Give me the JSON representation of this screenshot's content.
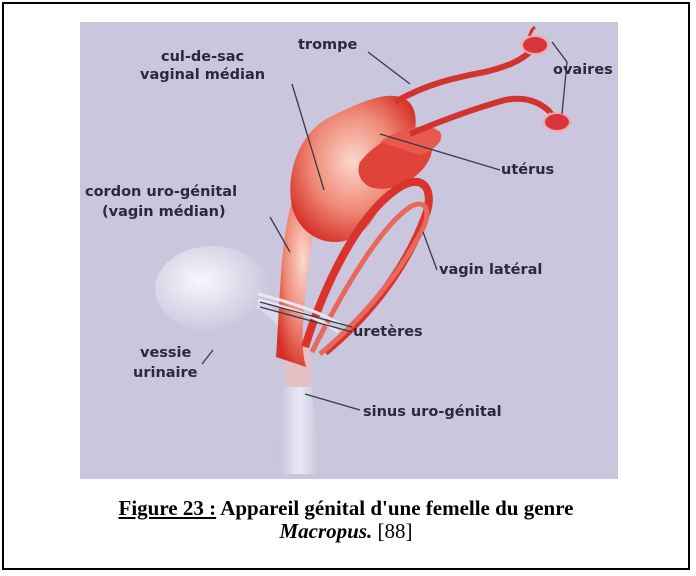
{
  "figure": {
    "labels": {
      "trompe": "trompe",
      "cul_de_sac_line1": "cul-de-sac",
      "cul_de_sac_line2": "vaginal médian",
      "ovaires": "ovaires",
      "uterus": "utérus",
      "cordon_line1": "cordon uro-génital",
      "cordon_line2": "(vagin médian)",
      "vagin_lateral": "vagin latéral",
      "ureteres": "uretères",
      "vessie_line1": "vessie",
      "vessie_line2": "urinaire",
      "sinus": "sinus uro-génital"
    }
  },
  "caption": {
    "figure_number": "Figure 23 :",
    "title": " Appareil génital d'une femelle du genre",
    "genus": "Macropus.",
    "reference": " [88]"
  },
  "colors": {
    "background_photo": "#c9c6dd",
    "organ_red": "#d9302a",
    "organ_pink": "#f3b3a4",
    "bladder": "#eeedf6"
  }
}
